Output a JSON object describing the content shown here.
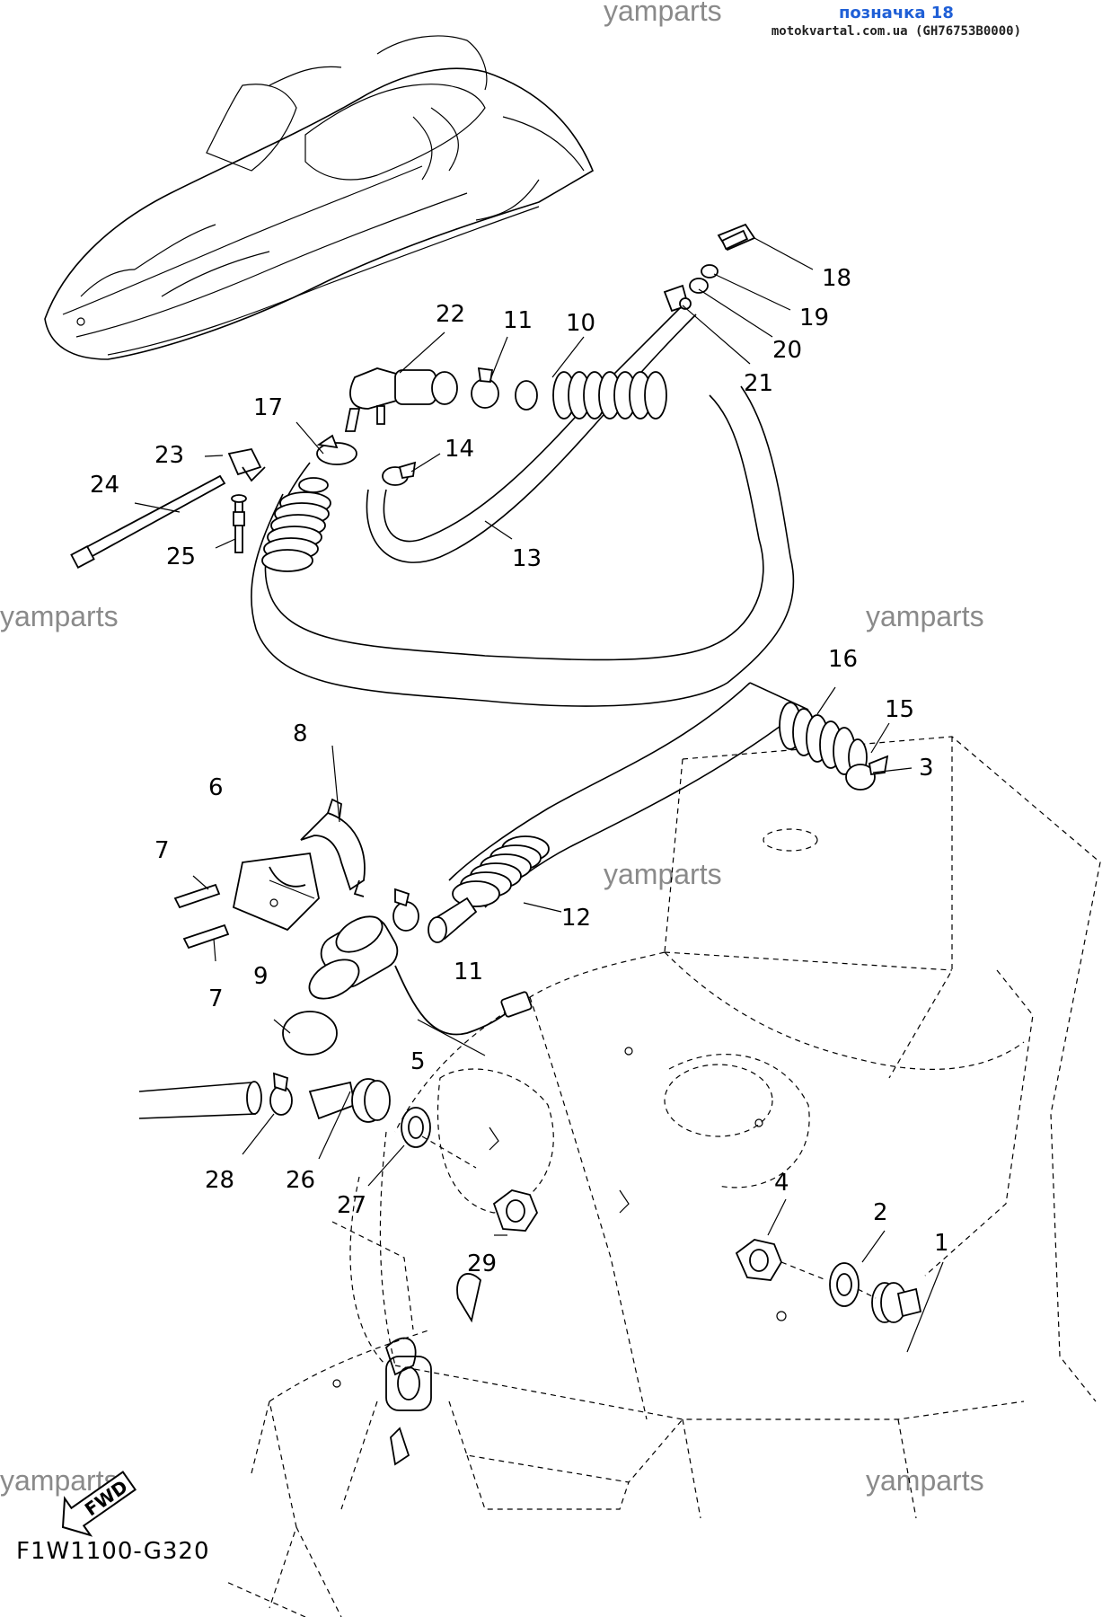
{
  "header": {
    "tag_title": "позначка 18",
    "tag_subtitle": "motokvartal.com.ua (GH76753B0000)"
  },
  "watermarks": [
    "yamparts",
    "yamparts",
    "yamparts",
    "yamparts",
    "yamparts",
    "yamparts",
    "yamparts"
  ],
  "diagram_code": "F1W1100-G320",
  "fwd_label": "FWD",
  "callouts": {
    "c1": "1",
    "c2": "2",
    "c3": "3",
    "c4": "4",
    "c5": "5",
    "c6": "6",
    "c7a": "7",
    "c7b": "7",
    "c8": "8",
    "c9": "9",
    "c10": "10",
    "c11a": "11",
    "c11b": "11",
    "c12": "12",
    "c13": "13",
    "c14": "14",
    "c15": "15",
    "c16": "16",
    "c17": "17",
    "c18": "18",
    "c19": "19",
    "c20": "20",
    "c21": "21",
    "c22": "22",
    "c23": "23",
    "c24": "24",
    "c25": "25",
    "c26": "26",
    "c27": "27",
    "c28": "28",
    "c29": "29"
  }
}
